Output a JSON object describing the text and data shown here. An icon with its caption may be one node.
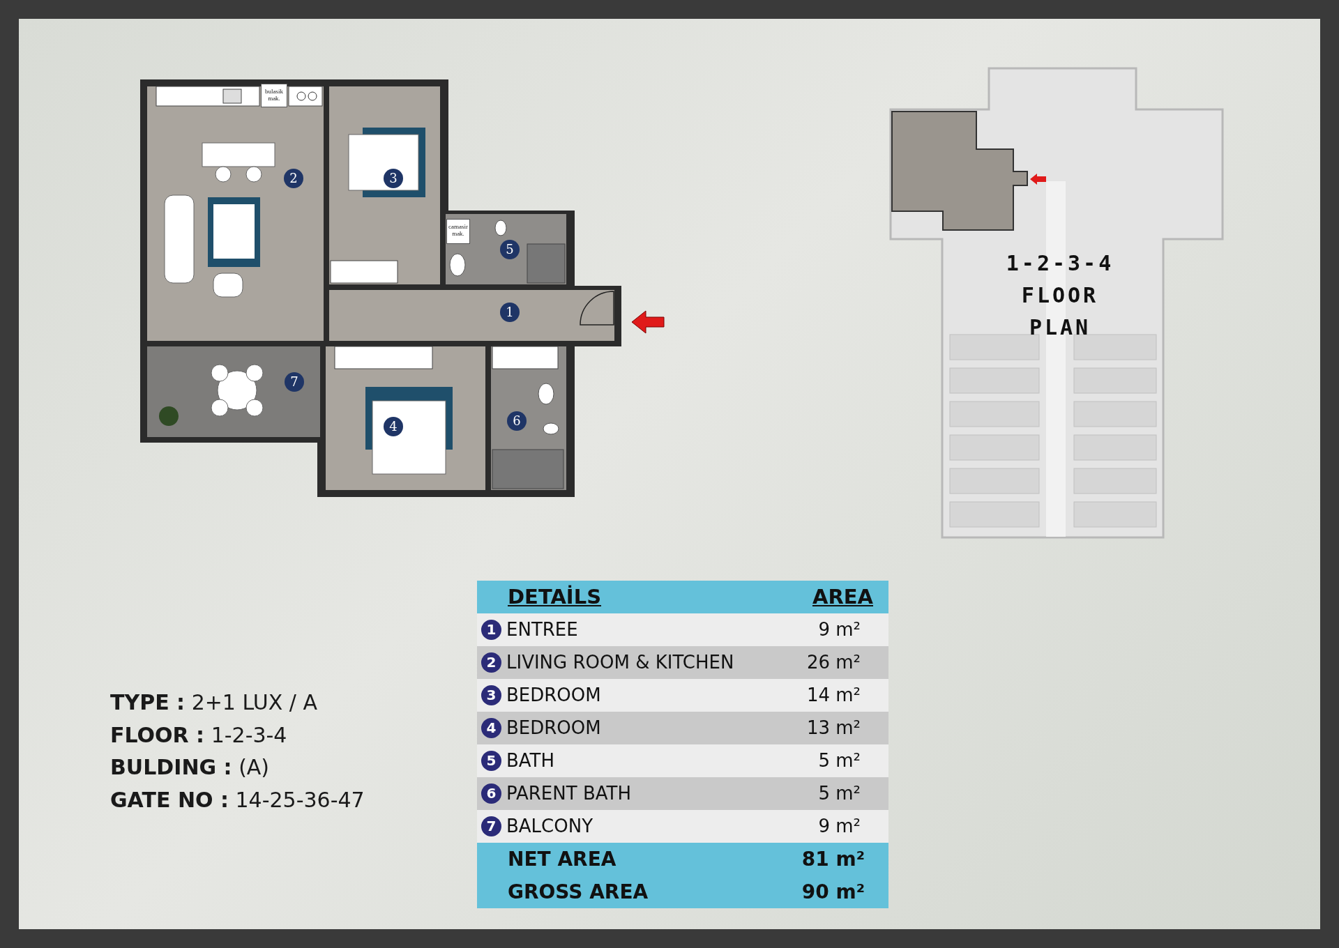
{
  "diagram": {
    "nodes": [
      {
        "text": [
          "1"
        ]
      },
      {
        "text": [
          "2"
        ]
      },
      {
        "text": [
          "3"
        ]
      },
      {
        "text": [
          "4"
        ]
      },
      {
        "text": [
          "5"
        ]
      },
      {
        "text": [
          "6"
        ]
      },
      {
        "text": [
          "7"
        ]
      },
      {
        "text": [
          "bulasik mak."
        ],
        "in": 1
      },
      {
        "text": [
          "camasir mak."
        ],
        "in": 4
      }
    ],
    "edges": [],
    "labels": [
      "1-2-3-4 FLOOR PLAN",
      "DETAİLS",
      "AREA",
      "1",
      "ENTREE",
      "9 m²",
      "2",
      "LIVING ROOM & KITCHEN",
      "26 m²",
      "3",
      "BEDROOM",
      "14 m²",
      "4",
      "BEDROOM",
      "13 m²",
      "5",
      "BATH",
      "5 m²",
      "6",
      "PARENT BATH",
      "5 m²",
      "7",
      "BALCONY",
      "9 m²",
      "NET AREA",
      "81 m²",
      "GROSS AREA",
      "90 m²",
      "**TYPE :** 2+1 LUX / A",
      "**FLOOR :** 1-2-3-4",
      "**BULDING :** (A)",
      "**GATE NO :** 14-25-36-47"
    ]
  }
}
